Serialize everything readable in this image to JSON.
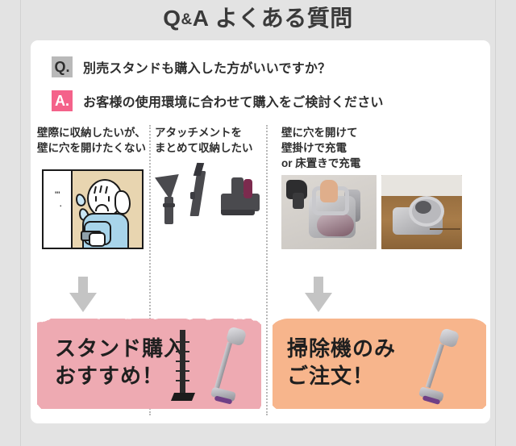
{
  "page": {
    "title": "Q&A よくある質問",
    "title_main": "Q",
    "title_amp": "&",
    "title_rest": "A よくある質問"
  },
  "qa": {
    "question_badge": "Q.",
    "question_text": "別売スタンドも購入した方がいいですか？",
    "answer_badge": "A.",
    "answer_text": "お客様の使用環境に合わせて購入をご検討ください"
  },
  "columns": [
    {
      "id": "wall-no-hole",
      "head_line1": "壁際に収納したいが、",
      "head_line2": "壁に穴を開けたくない",
      "head_line3": "",
      "visual": "illustration-worried-woman-drill"
    },
    {
      "id": "store-attachments",
      "head_line1": "アタッチメントを",
      "head_line2": "まとめて収納したい",
      "head_line3": "",
      "visual": "vacuum-attachments"
    },
    {
      "id": "wall-mount-charge",
      "head_line1": "壁に穴を開けて",
      "head_line2": "壁掛けで充電",
      "head_line3": "or 床置きで充電",
      "visual": "wall-mount-and-floor-dock-photos"
    }
  ],
  "banners": [
    {
      "id": "stand-recommended",
      "line1": "スタンド購入",
      "line2": "おすすめ！",
      "color": "#eeaab2"
    },
    {
      "id": "vacuum-only",
      "line1": "掃除機のみ",
      "line2": "ご注文！",
      "color": "#f7b58c"
    }
  ],
  "colors": {
    "page_background": "#e3e3e3",
    "card_background": "#ffffff",
    "title_text": "#3a3a3a",
    "q_badge_bg": "#b9b9b9",
    "a_badge_bg": "#f4628a",
    "arrow": "#c4c4c4",
    "divider": "#b8b8b8"
  },
  "icons": {
    "arrow_down": "down-arrow-icon"
  }
}
